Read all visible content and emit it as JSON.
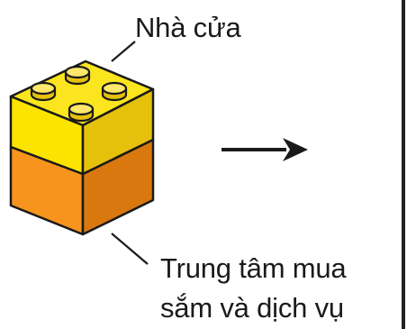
{
  "labels": {
    "top_block": "Nhà cửa",
    "bottom_block_line1": "Trung tâm mua",
    "bottom_block_line2": "sắm và dịch vụ"
  },
  "colors": {
    "yellow_top": "#fbe51e",
    "yellow_front": "#fde400",
    "yellow_side": "#e6c10b",
    "stud_top": "#fde86b",
    "orange_front": "#f7941d",
    "orange_side": "#d9780f",
    "outline": "#1a1a1a",
    "arrow": "#1a1a1a",
    "frame_line": "#222222"
  },
  "icons": {
    "block": "stacked-lego-brick-icon",
    "arrow": "right-arrow-icon"
  }
}
